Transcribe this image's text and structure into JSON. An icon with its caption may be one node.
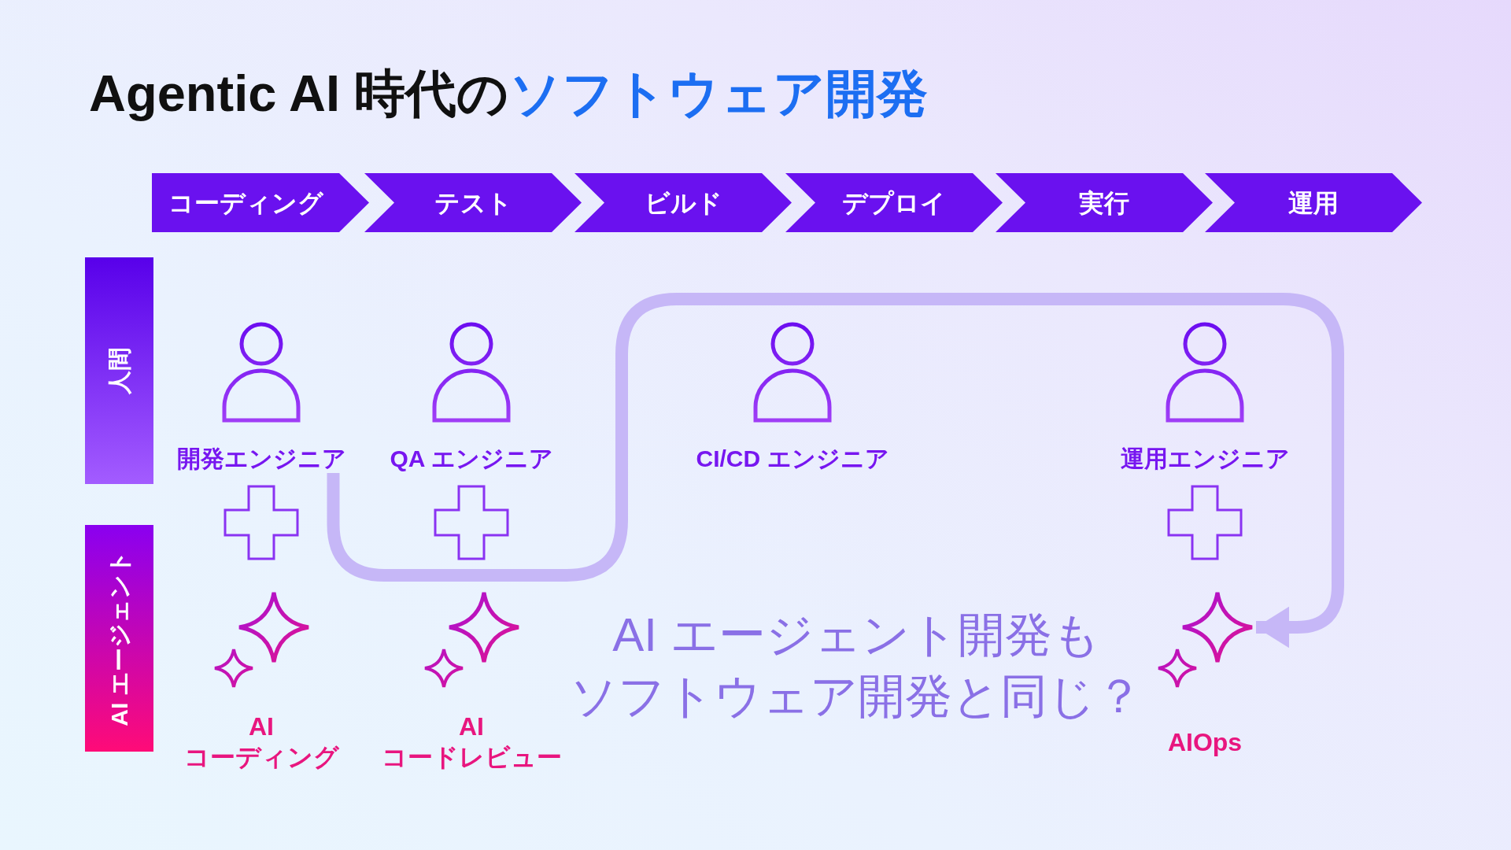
{
  "diagram": {
    "title": "Agentic AI 時代の**ソフトウェア開発**",
    "nodes": [
      {
        "text": [
          "コーディング"
        ]
      },
      {
        "text": [
          "テスト"
        ]
      },
      {
        "text": [
          "ビルド"
        ]
      },
      {
        "text": [
          "デプロイ"
        ]
      },
      {
        "text": [
          "実行"
        ]
      },
      {
        "text": [
          "運用"
        ]
      },
      {
        "text": [
          "人間"
        ]
      },
      {
        "text": [
          "開発エンジニア"
        ]
      },
      {
        "text": [
          "QA エンジニア"
        ]
      },
      {
        "text": [
          "CI/CD エンジニア"
        ]
      },
      {
        "text": [
          "運用エンジニア"
        ]
      },
      {
        "text": [
          "AI エージェント"
        ]
      },
      {
        "text": [
          "AI コーディング"
        ]
      },
      {
        "text": [
          "AI コードレビュー"
        ]
      },
      {
        "text": [
          "AIOps"
        ]
      }
    ],
    "edges": [
      {
        "from": 7,
        "to": 14,
        "arrow": "to"
      }
    ],
    "labels": [
      "AI エージェント開発もソフトウェア開発と同じ？"
    ]
  }
}
